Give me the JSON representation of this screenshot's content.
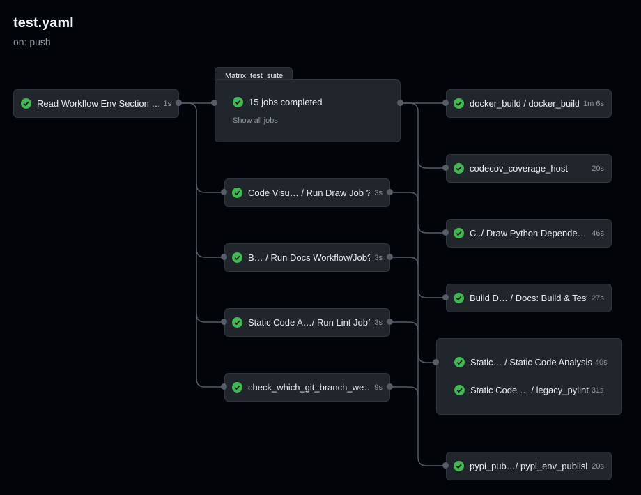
{
  "workflow": {
    "title": "test.yaml",
    "trigger": "on: push"
  },
  "colors": {
    "success": "#3fb950",
    "background": "#010409",
    "node": "#21262d",
    "connector": "#545d68"
  },
  "jobs": {
    "read_env": {
      "name": "Read Workflow Env Section …",
      "duration": "1s"
    },
    "matrix": {
      "label": "Matrix: test_suite",
      "summary": "15 jobs completed",
      "show_all": "Show all jobs"
    },
    "code_visu": {
      "name": "Code Visu…  / Run Draw Job ?",
      "duration": "3s"
    },
    "docs_workflow": {
      "name": "B…  / Run Docs Workflow/Job?",
      "duration": "3s"
    },
    "lint_job": {
      "name": "Static Code A…/ Run Lint Job?",
      "duration": "3s"
    },
    "git_branch": {
      "name": "check_which_git_branch_we…",
      "duration": "9s"
    },
    "docker_build": {
      "name": "docker_build / docker_build",
      "duration": "1m 6s"
    },
    "codecov": {
      "name": "codecov_coverage_host",
      "duration": "20s"
    },
    "python_deps": {
      "name": "C../ Draw Python Depende…",
      "duration": "46s"
    },
    "docs_build": {
      "name": "Build D…  / Docs: Build & Test",
      "duration": "27s"
    },
    "static_group": [
      {
        "name": "Static… / Static Code Analysis",
        "duration": "40s"
      },
      {
        "name": "Static Code …  / legacy_pylint",
        "duration": "31s"
      }
    ],
    "pypi": {
      "name": "pypi_pub…/ pypi_env_publish",
      "duration": "20s"
    }
  }
}
